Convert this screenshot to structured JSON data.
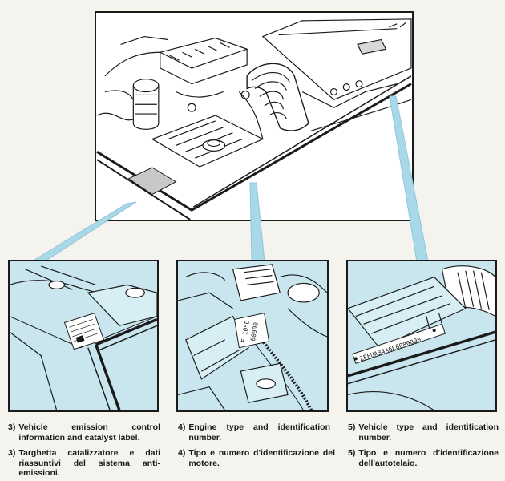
{
  "captions": [
    {
      "num": "3)",
      "en": "Vehicle emission control information and catalyst label.",
      "it": "Targhetta catalizzatore e dati riassuntivi del sistema anti-emissioni."
    },
    {
      "num": "4)",
      "en": "Engine type and identification number.",
      "it": "Tipo e numero d'identificazione del motore."
    },
    {
      "num": "5)",
      "en": "Vehicle type and identification number.",
      "it": "Tipo e numero d'identificazione dell'autotelaio."
    }
  ],
  "plates": {
    "engine_line1": "F 105D",
    "engine_line2": "00000",
    "chassis": "ZFFUA34A6L0080000"
  },
  "colors": {
    "panel_fill": "#c9e6ef",
    "callout": "#a9d8e8",
    "ink": "#1a1a1a"
  }
}
